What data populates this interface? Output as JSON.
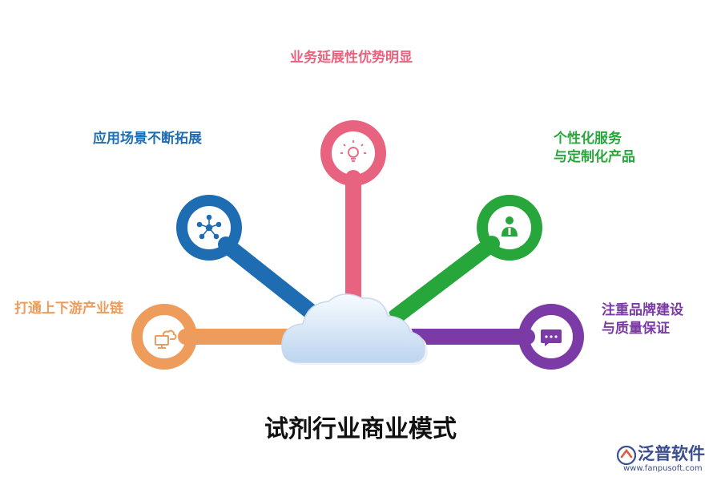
{
  "diagram": {
    "title": "试剂行业商业模式",
    "branches": [
      {
        "key": "orange",
        "lines": [
          "打通上下游产业链"
        ],
        "color": "#ee9c5c",
        "icon": "computer-cloud-icon"
      },
      {
        "key": "blue",
        "lines": [
          "应用场景不断拓展"
        ],
        "color": "#1e6db3",
        "icon": "network-icon"
      },
      {
        "key": "pink",
        "lines": [
          "业务延展性优势明显"
        ],
        "color": "#e8637f",
        "icon": "lightbulb-icon"
      },
      {
        "key": "green",
        "lines": [
          "个性化服务",
          "与定制化产品"
        ],
        "color": "#27a63c",
        "icon": "person-icon"
      },
      {
        "key": "purple",
        "lines": [
          "注重品牌建设",
          "与质量保证"
        ],
        "color": "#7b3aa6",
        "icon": "chat-icon"
      }
    ],
    "center": {
      "icon": "cloud-icon"
    }
  },
  "logo": {
    "name": "泛普软件",
    "url": "www.fanpusoft.com",
    "color": "#3a4f8c"
  }
}
